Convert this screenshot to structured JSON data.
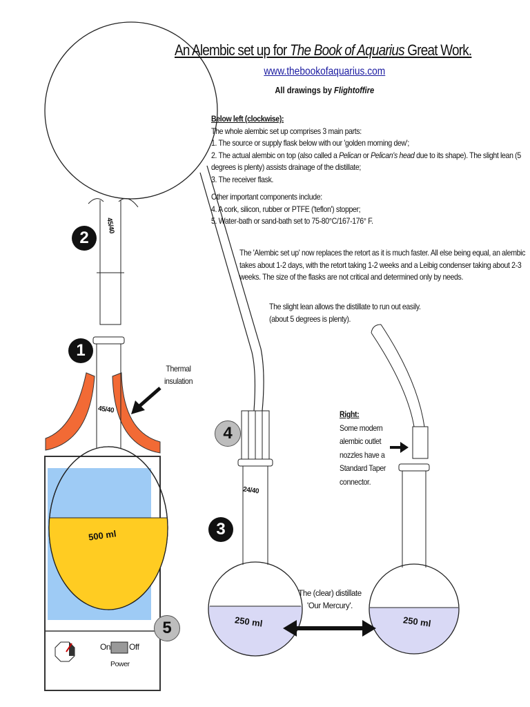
{
  "header": {
    "title_pre": "An Alembic set up for ",
    "title_italic": "The Book of Aquarius",
    "title_post": " Great Work.",
    "url": "www.thebookofaquarius.com",
    "credit_pre": "All drawings by ",
    "credit_name": "Flightoffire"
  },
  "intro": {
    "heading": "Below left (clockwise):",
    "line1": "The whole alembic set up comprises 3 main parts:",
    "line2": "1. The source or supply flask below with our 'golden morning dew';",
    "line3a": "2. The actual alembic on top (also called a ",
    "line3b": "Pelican",
    "line3c": " or ",
    "line3d": "Pelican's head",
    "line3e": " due to its shape). The slight lean (5",
    "line4": "degrees is plenty) assists drainage of the distillate;",
    "line5": "3. The receiver flask.",
    "other_heading": "Other important components include:",
    "other1": "4. A cork, silicon, rubber or PTFE ('teflon') stopper;",
    "other2": "5. Water-bath or sand-bath set to 75-80°C/167-176° F."
  },
  "comparison": [
    "The 'Alembic set up' now replaces the retort as it is much faster. All else being equal, an alembic",
    "takes about 1-2 days, with the retort taking 1-2 weeks and a Leibig condenser taking about 2-3",
    "weeks. The size of the flasks are not critical and determined only by needs."
  ],
  "lean_note": [
    "The slight lean allows the distillate to run out easily.",
    "(about 5 degrees is plenty)."
  ],
  "thermal": [
    "Thermal",
    "insulation"
  ],
  "right_note": {
    "heading": "Right:",
    "lines": [
      "Some modern",
      "alembic outlet",
      "nozzles have a",
      "Standard Taper",
      "connector."
    ]
  },
  "distillate": [
    "The (clear) distillate",
    "'Our Mercury'."
  ],
  "labels": {
    "joint_top": "45/40",
    "joint_mid": "45/40",
    "joint_receiver": "24/40",
    "source_volume": "500 ml",
    "receiver_volume": "250 ml",
    "right_volume": "250 ml",
    "on": "On",
    "off": "Off",
    "power": "Power"
  },
  "badges": [
    "1",
    "2",
    "3",
    "4",
    "5"
  ],
  "colors": {
    "water": "#9ecbf5",
    "dew": "#ffcc22",
    "distillate": "#d9d9f5",
    "insulation": "#f26a35",
    "link": "#1a1aa0"
  }
}
